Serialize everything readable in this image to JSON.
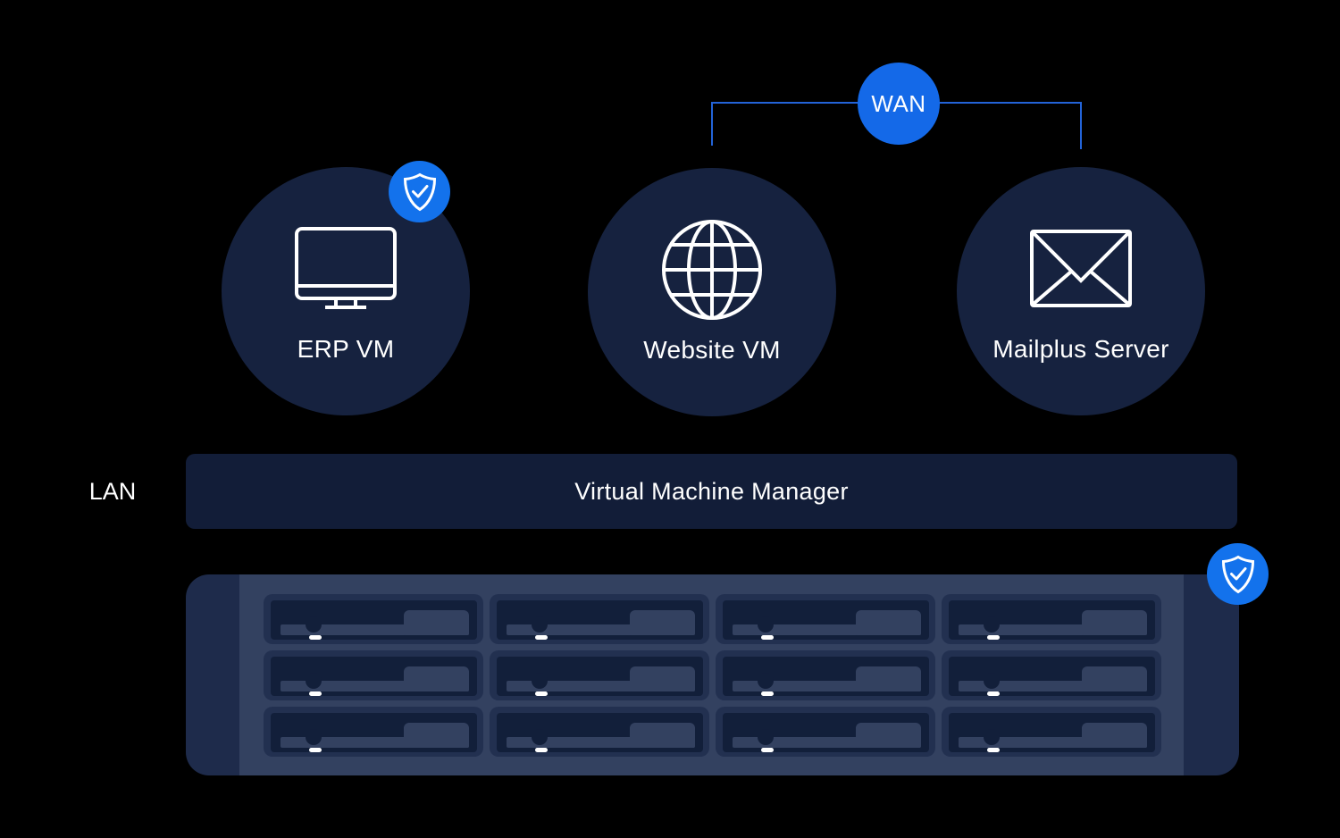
{
  "colors": {
    "background": "#000000",
    "node_fill": "#16223F",
    "bar_fill": "#121D38",
    "accent_blue": "#1469E8",
    "badge_blue": "#1372EC",
    "connector_blue": "#2363D8",
    "nas_outer": "#1E2B4B",
    "nas_panel": "#334160",
    "bay_ring": "#223050",
    "bay_interior": "#121F3A",
    "tray_fill": "#334160",
    "text": "#FFFFFF"
  },
  "wan": {
    "label": "WAN"
  },
  "lan": {
    "label": "LAN"
  },
  "nodes": [
    {
      "id": "erp",
      "label": "ERP VM",
      "icon": "monitor-icon",
      "protected": true
    },
    {
      "id": "website",
      "label": "Website VM",
      "icon": "globe-icon",
      "protected": false
    },
    {
      "id": "mailplus",
      "label": "Mailplus Server",
      "icon": "envelope-icon",
      "protected": false
    }
  ],
  "vmm": {
    "label": "Virtual Machine Manager"
  },
  "nas": {
    "rows": 3,
    "columns": 4,
    "bay_count": 12,
    "protected": true
  }
}
